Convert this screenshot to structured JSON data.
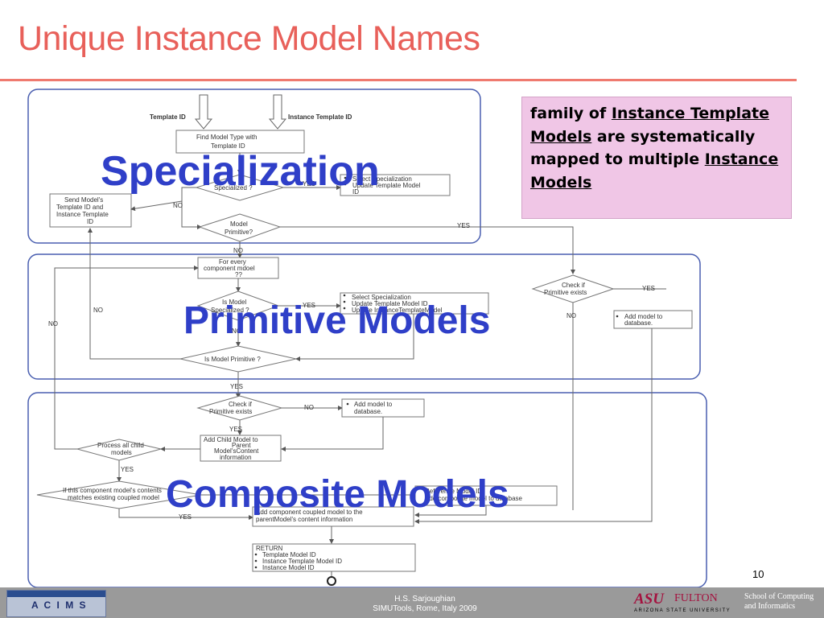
{
  "slide": {
    "title": "Unique Instance Model Names",
    "page_number": "10"
  },
  "callout": {
    "seg1": "family of ",
    "seg2": "Instance Template Models",
    "seg3": " are systematically mapped to multiple ",
    "seg4": "Instance Models"
  },
  "overlays": {
    "specialization": "Specialization",
    "primitive": "Primitive Models",
    "composite": "Composite Models"
  },
  "flowchart": {
    "input_template": "Template ID",
    "input_instance": "Instance Template ID",
    "find_model": [
      "Find Model Type with",
      "Template ID"
    ],
    "specialized_q": "Specialized ?",
    "select_spec": [
      "Select Specialization",
      "Update Template Model",
      "ID"
    ],
    "send_model": [
      "Send Model's",
      "Template ID and",
      "Instance Template",
      "ID"
    ],
    "model_primitive_q": [
      "Model",
      "Primitive?"
    ],
    "for_every": [
      "For every",
      "component mdoel",
      "??"
    ],
    "is_model_specialized": [
      "Is Model",
      "Specialized ?"
    ],
    "select_spec2": [
      "Select Specialization",
      "Update Template Model ID",
      "Update InstanceTemplateModel"
    ],
    "is_model_primitive": "Is Model Primitive ?",
    "check_exists_right": [
      "Check if",
      "Primitive exists"
    ],
    "add_db_right": [
      "Add model to",
      "database."
    ],
    "check_exists_mid": [
      "Check if",
      "Primitive exists"
    ],
    "add_db_mid": [
      "Add model to",
      "database."
    ],
    "add_child": [
      "Add Child Model to",
      "Parent",
      "Model'sContent",
      "information"
    ],
    "process_all": [
      "Process all child",
      "models"
    ],
    "if_component": [
      "If this component model's contents",
      "matches existing coupled model"
    ],
    "reference_box": [
      "Reference Model ID",
      "Add composite model to database"
    ],
    "add_component": [
      "Add component coupled model to the",
      "parentModel's content information"
    ],
    "return_title": "RETURN",
    "return_items": [
      "Template Model ID",
      "Instance Template Model ID",
      "Instance Model ID"
    ],
    "yes": "YES",
    "no": "NO"
  },
  "footer": {
    "author": "H.S. Sarjoughian",
    "venue": "SIMUTools, Rome, Italy 2009",
    "logo_left": "A C I M S",
    "asu": "ASU",
    "fulton": "FULTON",
    "asu_line": "ARIZONA STATE UNIVERSITY",
    "school_line1": "School of Computing",
    "school_line2": "and Informatics"
  },
  "colors": {
    "title": "#e8605a",
    "overlay_text": "#2f3fc8",
    "panel_border": "#4a5fb0",
    "callout_bg": "#f0c6e6",
    "footer_bg": "#9a9a9a"
  }
}
